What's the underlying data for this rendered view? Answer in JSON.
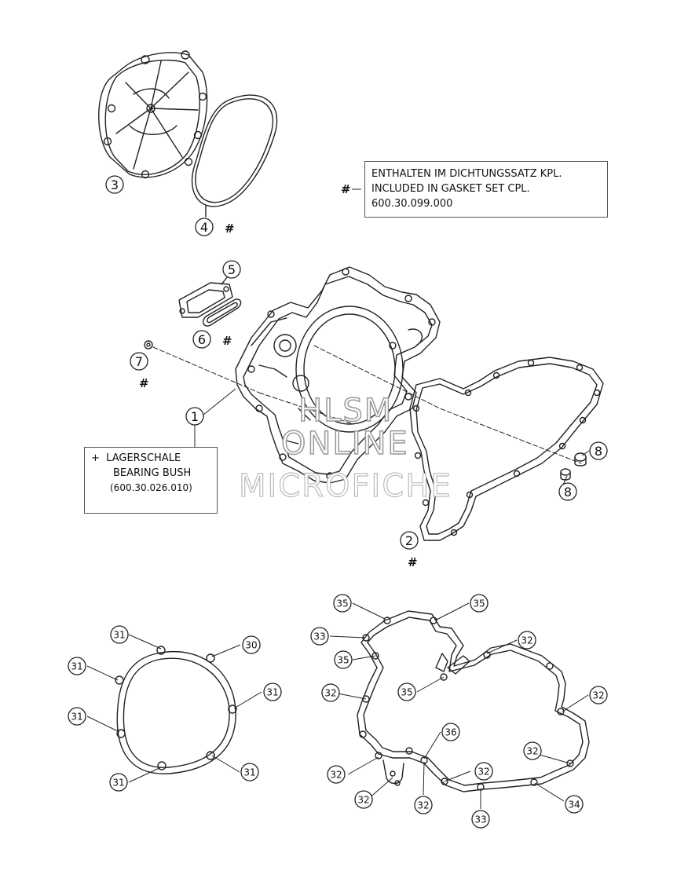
{
  "notes": {
    "gasket_set": {
      "symbol": "#",
      "line1": "ENTHALTEN IM DICHTUNGSSATZ KPL.",
      "line2": "INCLUDED IN GASKET SET CPL.",
      "line3": "600.30.099.000"
    },
    "bearing": {
      "symbol": "+",
      "line1": "LAGERSCHALE",
      "line2": "BEARING BUSH",
      "line3": "(600.30.026.010)"
    }
  },
  "watermark": {
    "line1": "HLSM",
    "line2": "ONLINE",
    "line3": "MICROFICHE"
  },
  "callouts": [
    {
      "id": "c3",
      "label": "3",
      "hash": ""
    },
    {
      "id": "c4",
      "label": "4",
      "hash": "#"
    },
    {
      "id": "c5",
      "label": "5",
      "hash": ""
    },
    {
      "id": "c6",
      "label": "6",
      "hash": "#"
    },
    {
      "id": "c7",
      "label": "7",
      "hash": "#"
    },
    {
      "id": "c1",
      "label": "1",
      "hash": ""
    },
    {
      "id": "c8a",
      "label": "8",
      "hash": ""
    },
    {
      "id": "c8b",
      "label": "8",
      "hash": ""
    },
    {
      "id": "c2",
      "label": "2",
      "hash": "#"
    },
    {
      "id": "c31a",
      "label": "31",
      "hash": ""
    },
    {
      "id": "c30",
      "label": "30",
      "hash": ""
    },
    {
      "id": "c31b",
      "label": "31",
      "hash": ""
    },
    {
      "id": "c31c",
      "label": "31",
      "hash": ""
    },
    {
      "id": "c31d",
      "label": "31",
      "hash": ""
    },
    {
      "id": "c31e",
      "label": "31",
      "hash": ""
    },
    {
      "id": "c31f",
      "label": "31",
      "hash": ""
    },
    {
      "id": "c35a",
      "label": "35",
      "hash": ""
    },
    {
      "id": "c35b",
      "label": "35",
      "hash": ""
    },
    {
      "id": "c33a",
      "label": "33",
      "hash": ""
    },
    {
      "id": "c35c",
      "label": "35",
      "hash": ""
    },
    {
      "id": "c32a",
      "label": "32",
      "hash": ""
    },
    {
      "id": "c32b",
      "label": "32",
      "hash": ""
    },
    {
      "id": "c35d",
      "label": "35",
      "hash": ""
    },
    {
      "id": "c32c",
      "label": "32",
      "hash": ""
    },
    {
      "id": "c36",
      "label": "36",
      "hash": ""
    },
    {
      "id": "c32d",
      "label": "32",
      "hash": ""
    },
    {
      "id": "c32e",
      "label": "32",
      "hash": ""
    },
    {
      "id": "c32f",
      "label": "32",
      "hash": ""
    },
    {
      "id": "c32g",
      "label": "32",
      "hash": ""
    },
    {
      "id": "c32h",
      "label": "32",
      "hash": ""
    },
    {
      "id": "c33b",
      "label": "33",
      "hash": ""
    },
    {
      "id": "c34",
      "label": "34",
      "hash": ""
    }
  ]
}
